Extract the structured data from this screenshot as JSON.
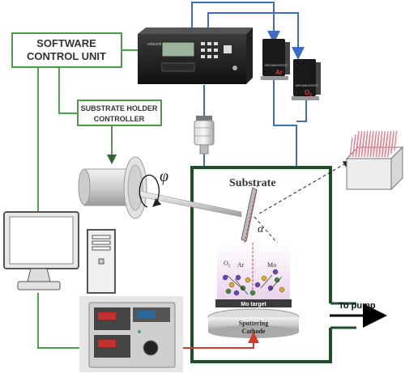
{
  "software_unit": {
    "line1": "SOFTWARE",
    "line2": "CONTROL UNIT"
  },
  "holder_controller": {
    "line1": "SUBSTRATE HOLDER",
    "line2": "CONTROLLER"
  },
  "chamber": {
    "substrate_label": "Substrate",
    "phi_symbol": "φ",
    "alpha_symbol": "α",
    "o2_label": "O",
    "o2_sub": "2",
    "ar_label": "Ar",
    "mo_label": "Mo",
    "target_label": "Mo target",
    "cathode_line1": "Sputtering",
    "cathode_line2": "Cathode",
    "pump_label": "To pump"
  },
  "mfc": {
    "ar_label": "Ar",
    "o2_label": "O",
    "o2_sub": "2",
    "brand": "BRONKHORST"
  },
  "gauge_controller": {
    "brand": "edwards"
  },
  "colors": {
    "box_border": "#4a9a4a",
    "gas_line": "#3c6cc4",
    "control_line": "#4aa44a",
    "power_line": "#d23a2a",
    "chamber_border": "#1f4f2a",
    "box_text": "#333333"
  }
}
